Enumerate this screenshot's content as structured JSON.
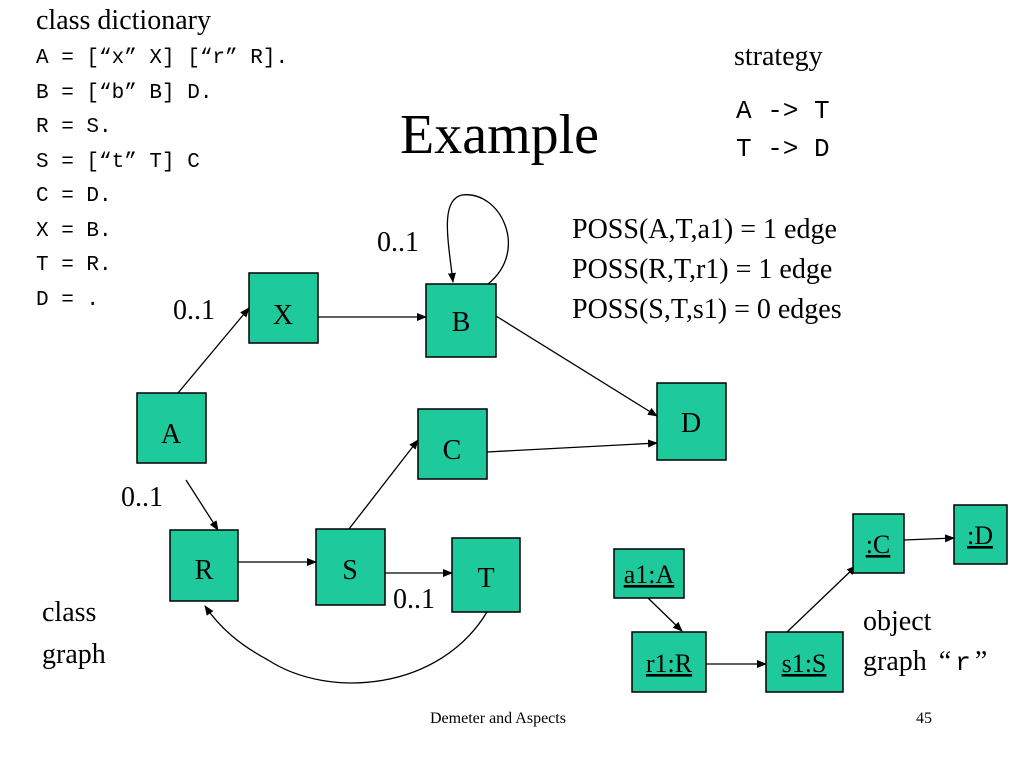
{
  "title": "Example",
  "class_dictionary": {
    "heading": "class dictionary",
    "lines": [
      "A = [“x” X] [“r” R].",
      "B = [“b” B] D.",
      "R = S.",
      "S = [“t” T] C",
      "C = D.",
      "X = B.",
      "T = R.",
      "D = ."
    ]
  },
  "strategy": {
    "heading": "strategy",
    "lines": [
      "A -> T",
      "T -> D"
    ]
  },
  "poss": [
    "POSS(A,T,a1) = 1 edge",
    "POSS(R,T,r1) = 1 edge",
    "POSS(S,T,s1) = 0 edges"
  ],
  "class_graph": {
    "caption": [
      "class",
      "graph"
    ],
    "nodes": {
      "A": "A",
      "X": "X",
      "B": "B",
      "R": "R",
      "S": "S",
      "T": "T",
      "C": "C",
      "D": "D"
    },
    "multiplicity": {
      "b_self": "0..1",
      "a_x": "0..1",
      "a_r": "0..1",
      "s_t": "0..1"
    }
  },
  "object_graph": {
    "caption_line1": "object",
    "caption_word": "graph",
    "caption_quote_open": "“",
    "caption_code": "r",
    "caption_quote_close": "”",
    "nodes": {
      "a1": "a1:A",
      "r1": "r1:R",
      "s1": "s1:S",
      "c": ":C",
      "d": ":D"
    }
  },
  "footer": "Demeter and Aspects",
  "page_number": "45",
  "colors": {
    "node_fill": "#1ec99b",
    "stroke": "#000000"
  }
}
